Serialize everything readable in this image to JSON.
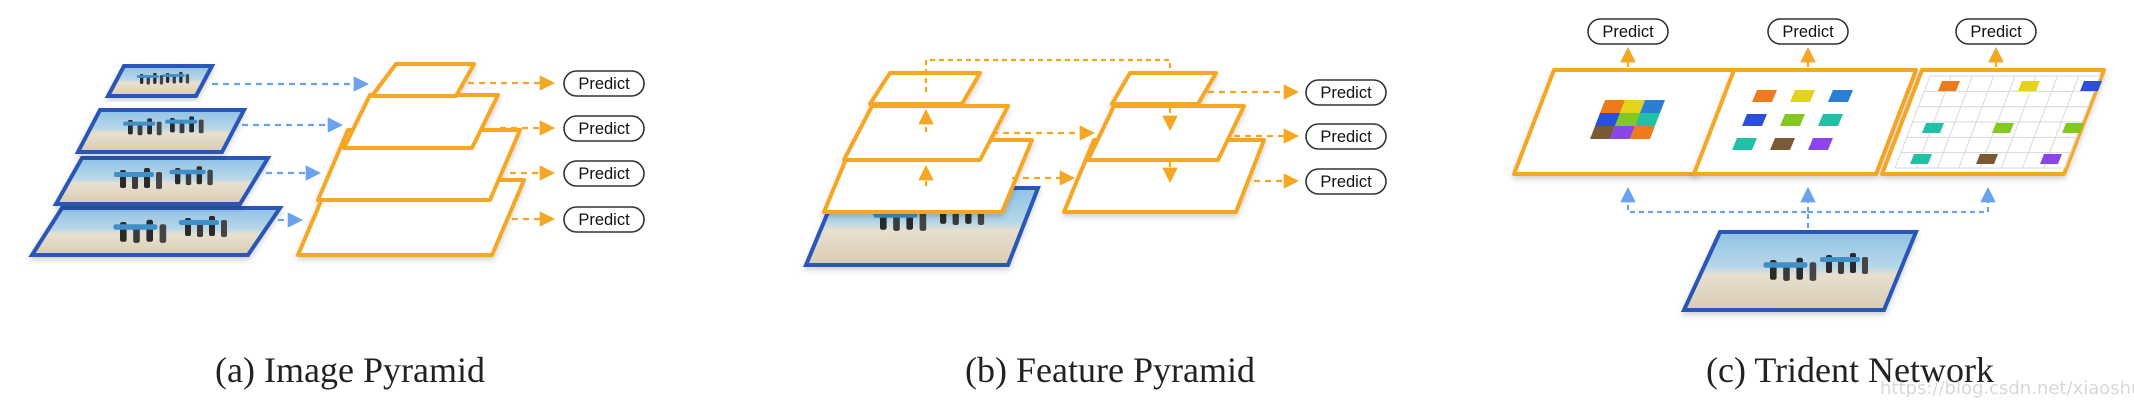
{
  "colors": {
    "orange": "#f5a623",
    "blue_frame": "#2a56b8",
    "blue_arrow": "#6aa2f0",
    "photo_sky": "#9ec6e0",
    "photo_sand": "#e3d8c4"
  },
  "predict_label": "Predict",
  "panels": [
    {
      "id": "a",
      "caption": "(a) Image Pyramid",
      "predict_count": 4
    },
    {
      "id": "b",
      "caption": "(b) Feature Pyramid",
      "predict_count": 3
    },
    {
      "id": "c",
      "caption": "(c) Trident Network",
      "predict_count": 3
    }
  ],
  "trident_colors": [
    "#ef7a1a",
    "#e4d31c",
    "#2a7fd4",
    "#2c4fd6",
    "#84c71e",
    "#20c1a5",
    "#7a5a36",
    "#8a46e8"
  ],
  "watermark": "https://blog.csdn.net/xiaoshulinlove"
}
